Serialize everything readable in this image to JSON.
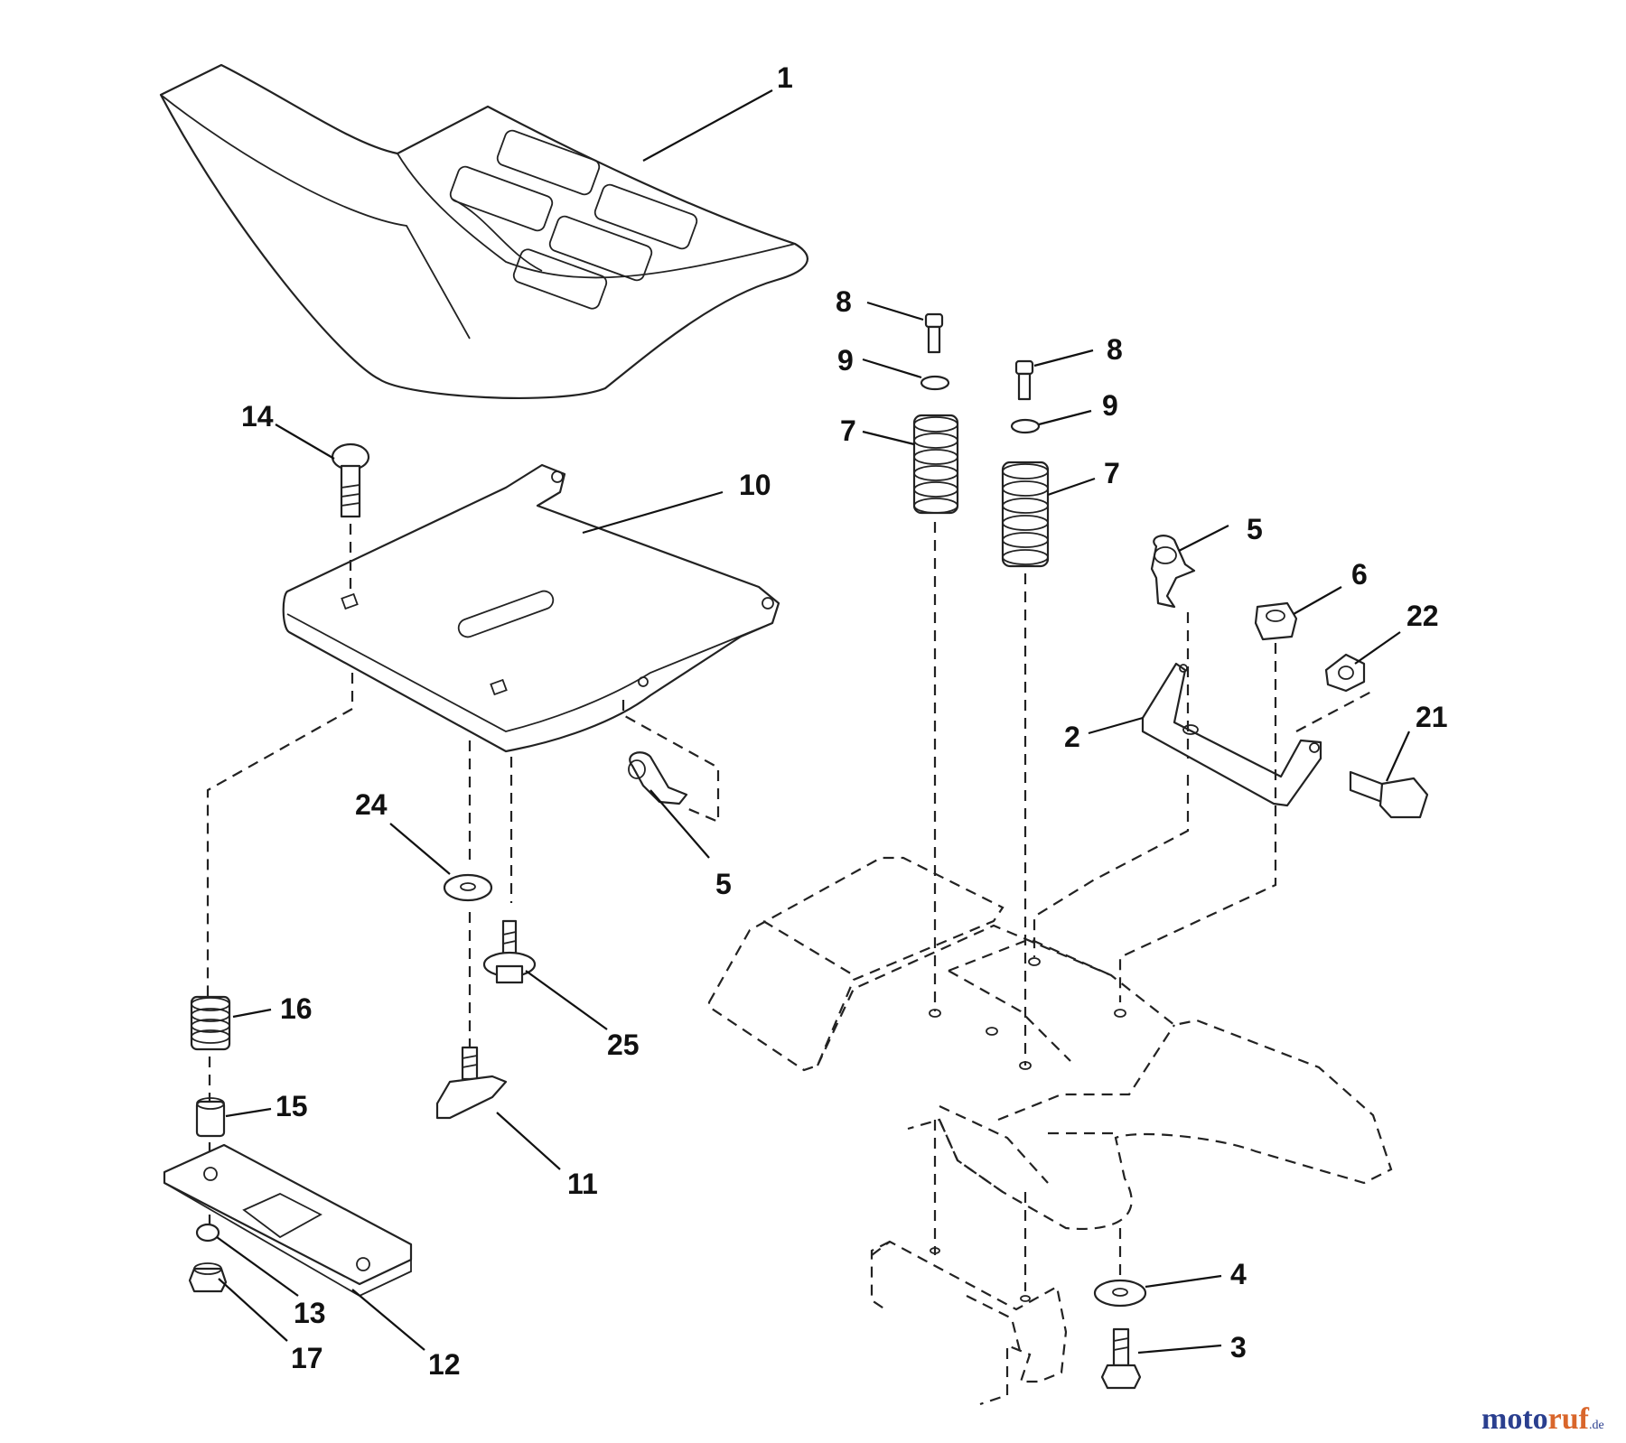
{
  "callouts": {
    "seat": "1",
    "seat_pan": "10",
    "carriage_bolt": "14",
    "clip_left": "5",
    "washer_24": "24",
    "bolt_25": "25",
    "knob": "11",
    "spring_16": "16",
    "spacer_15": "15",
    "plate_12": "12",
    "nut_13": "13",
    "nut_17": "17",
    "bolt_8_left": "8",
    "washer_9_left": "9",
    "spring_7_left": "7",
    "bolt_8_right": "8",
    "washer_9_right": "9",
    "spring_7_right": "7",
    "clip_right": "5",
    "nut_6": "6",
    "nut_22": "22",
    "bracket_2": "2",
    "bolt_21": "21",
    "washer_4": "4",
    "bolt_3": "3"
  },
  "watermark": {
    "part1": "moto",
    "part2": "ruf",
    "suffix": ".de"
  }
}
